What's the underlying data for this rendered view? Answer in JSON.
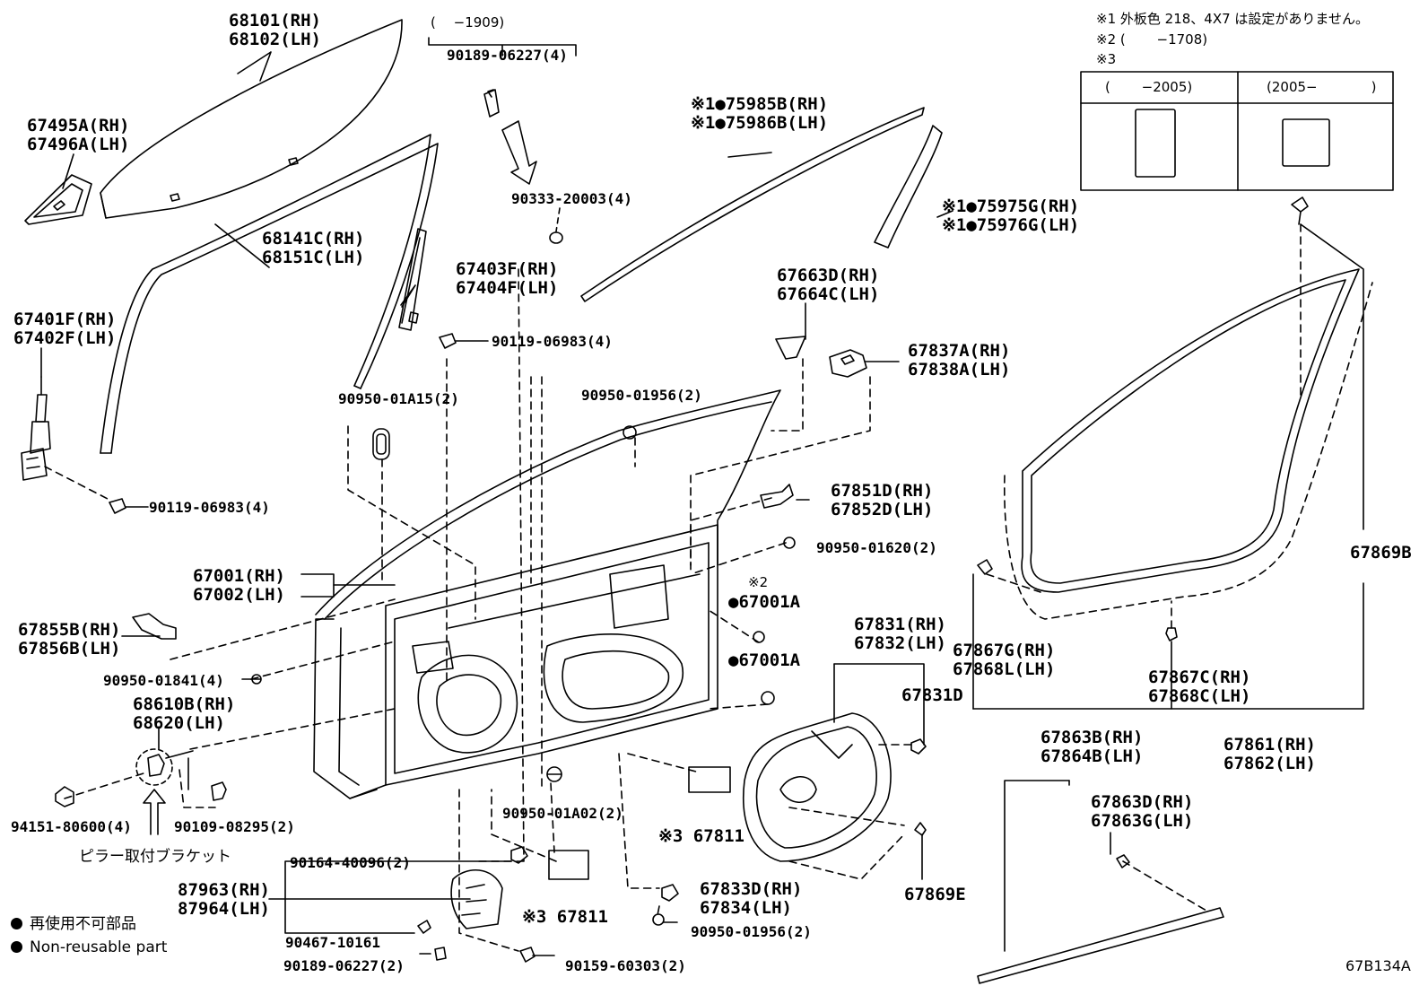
{
  "notes": {
    "n1": "※1 外板色 218、4X7 は設定がありません。",
    "n2": "※2 (　　 −1708)",
    "n3": "※3",
    "col1": "(　　 −2005)",
    "col2": "(2005−　　　　)",
    "top_range": "(　 −1909)"
  },
  "legend": {
    "jp": "再使用不可部品",
    "en": "Non-reusable part"
  },
  "bracket_label": "ピラー取付ブラケット",
  "diagram_code": "67B134A",
  "parts": {
    "p68101": "68101(RH)",
    "p68102": "68102(LH)",
    "p67495": "67495A(RH)",
    "p67496": "67496A(LH)",
    "p68141": "68141C(RH)",
    "p68151": "68151C(LH)",
    "p67401": "67401F(RH)",
    "p67402": "67402F(LH)",
    "p90189a": "90189-06227(4)",
    "p90333": "90333-20003(4)",
    "p67403": "67403F(RH)",
    "p67404": "67404F(LH)",
    "p90119a": "90119-06983(4)",
    "p75985": "※1●75985B(RH)",
    "p75986": "※1●75986B(LH)",
    "p75975": "※1●75975G(RH)",
    "p75976": "※1●75976G(LH)",
    "p67663": "67663D(RH)",
    "p67664": "67664C(LH)",
    "p67837": "67837A(RH)",
    "p67838": "67838A(LH)",
    "p90950a15": "90950-01A15(2)",
    "p90950_1956a": "90950-01956(2)",
    "p90119b": "90119-06983(4)",
    "p67851": "67851D(RH)",
    "p67852": "67852D(LH)",
    "p90950_1620": "90950-01620(2)",
    "p67869b": "67869B",
    "p67001": "67001(RH)",
    "p67002": "67002(LH)",
    "p67001a_note": "※2",
    "p67001a_1": "●67001A",
    "p67001a_2": "●67001A",
    "p67855": "67855B(RH)",
    "p67856": "67856B(LH)",
    "p90950_1841": "90950-01841(4)",
    "p68610": "68610B(RH)",
    "p68620": "68620(LH)",
    "p67831": "67831(RH)",
    "p67832": "67832(LH)",
    "p67831d": "67831D",
    "p67867g": "67867G(RH)",
    "p67868l": "67868L(LH)",
    "p67867c": "67867C(RH)",
    "p67868c": "67868C(LH)",
    "p94151": "94151-80600(4)",
    "p90109": "90109-08295(2)",
    "p90950_1a02": "90950-01A02(2)",
    "p67811a": "※3 67811",
    "p67863b": "67863B(RH)",
    "p67864b": "67864B(LH)",
    "p67861": "67861(RH)",
    "p67862": "67862(LH)",
    "p67863d": "67863D(RH)",
    "p67863g": "67863G(LH)",
    "p90164": "90164-40096(2)",
    "p87963": "87963(RH)",
    "p87964": "87964(LH)",
    "p67833": "67833D(RH)",
    "p67834": "67834(LH)",
    "p67869e": "67869E",
    "p67811b": "※3 67811",
    "p90467": "90467-10161",
    "p90950_1956b": "90950-01956(2)",
    "p90189b": "90189-06227(2)",
    "p90159": "90159-60303(2)"
  }
}
